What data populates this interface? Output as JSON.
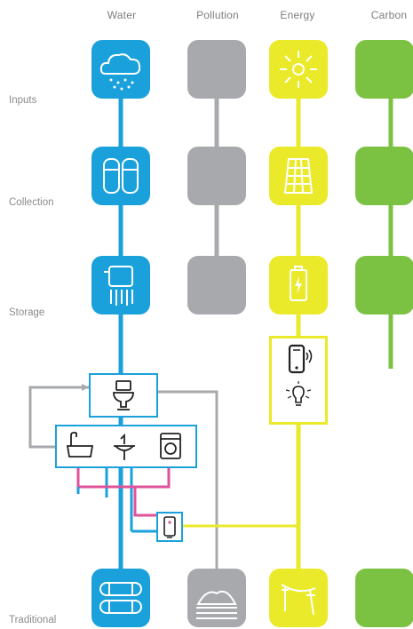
{
  "columns": [
    "Water",
    "Pollution",
    "Energy",
    "Carbon"
  ],
  "rows": [
    "Inputs",
    "Collection",
    "Storage",
    "Traditional"
  ],
  "icons": {
    "water_inputs": "rain-cloud-icon",
    "water_collection": "rainwater-tanks-icon",
    "water_storage": "storage-tank-icon",
    "water_traditional": "pipes-icon",
    "pollution_traditional": "landfill-icon",
    "energy_inputs": "sun-icon",
    "energy_collection": "solar-panel-icon",
    "energy_storage": "battery-icon",
    "energy_traditional": "power-line-icon",
    "energy_devices": [
      "smartphone-icon",
      "light-bulb-icon"
    ],
    "water_uses": [
      "toilet-icon",
      "bath-icon",
      "sink-icon",
      "washing-machine-icon"
    ],
    "water_heater": "water-heater-icon"
  },
  "colors": {
    "water": "#1aa1dc",
    "pollution": "#a7a9ac",
    "energy": "#eaea2a",
    "carbon": "#7cc242",
    "hot_water": "#e0529c"
  }
}
